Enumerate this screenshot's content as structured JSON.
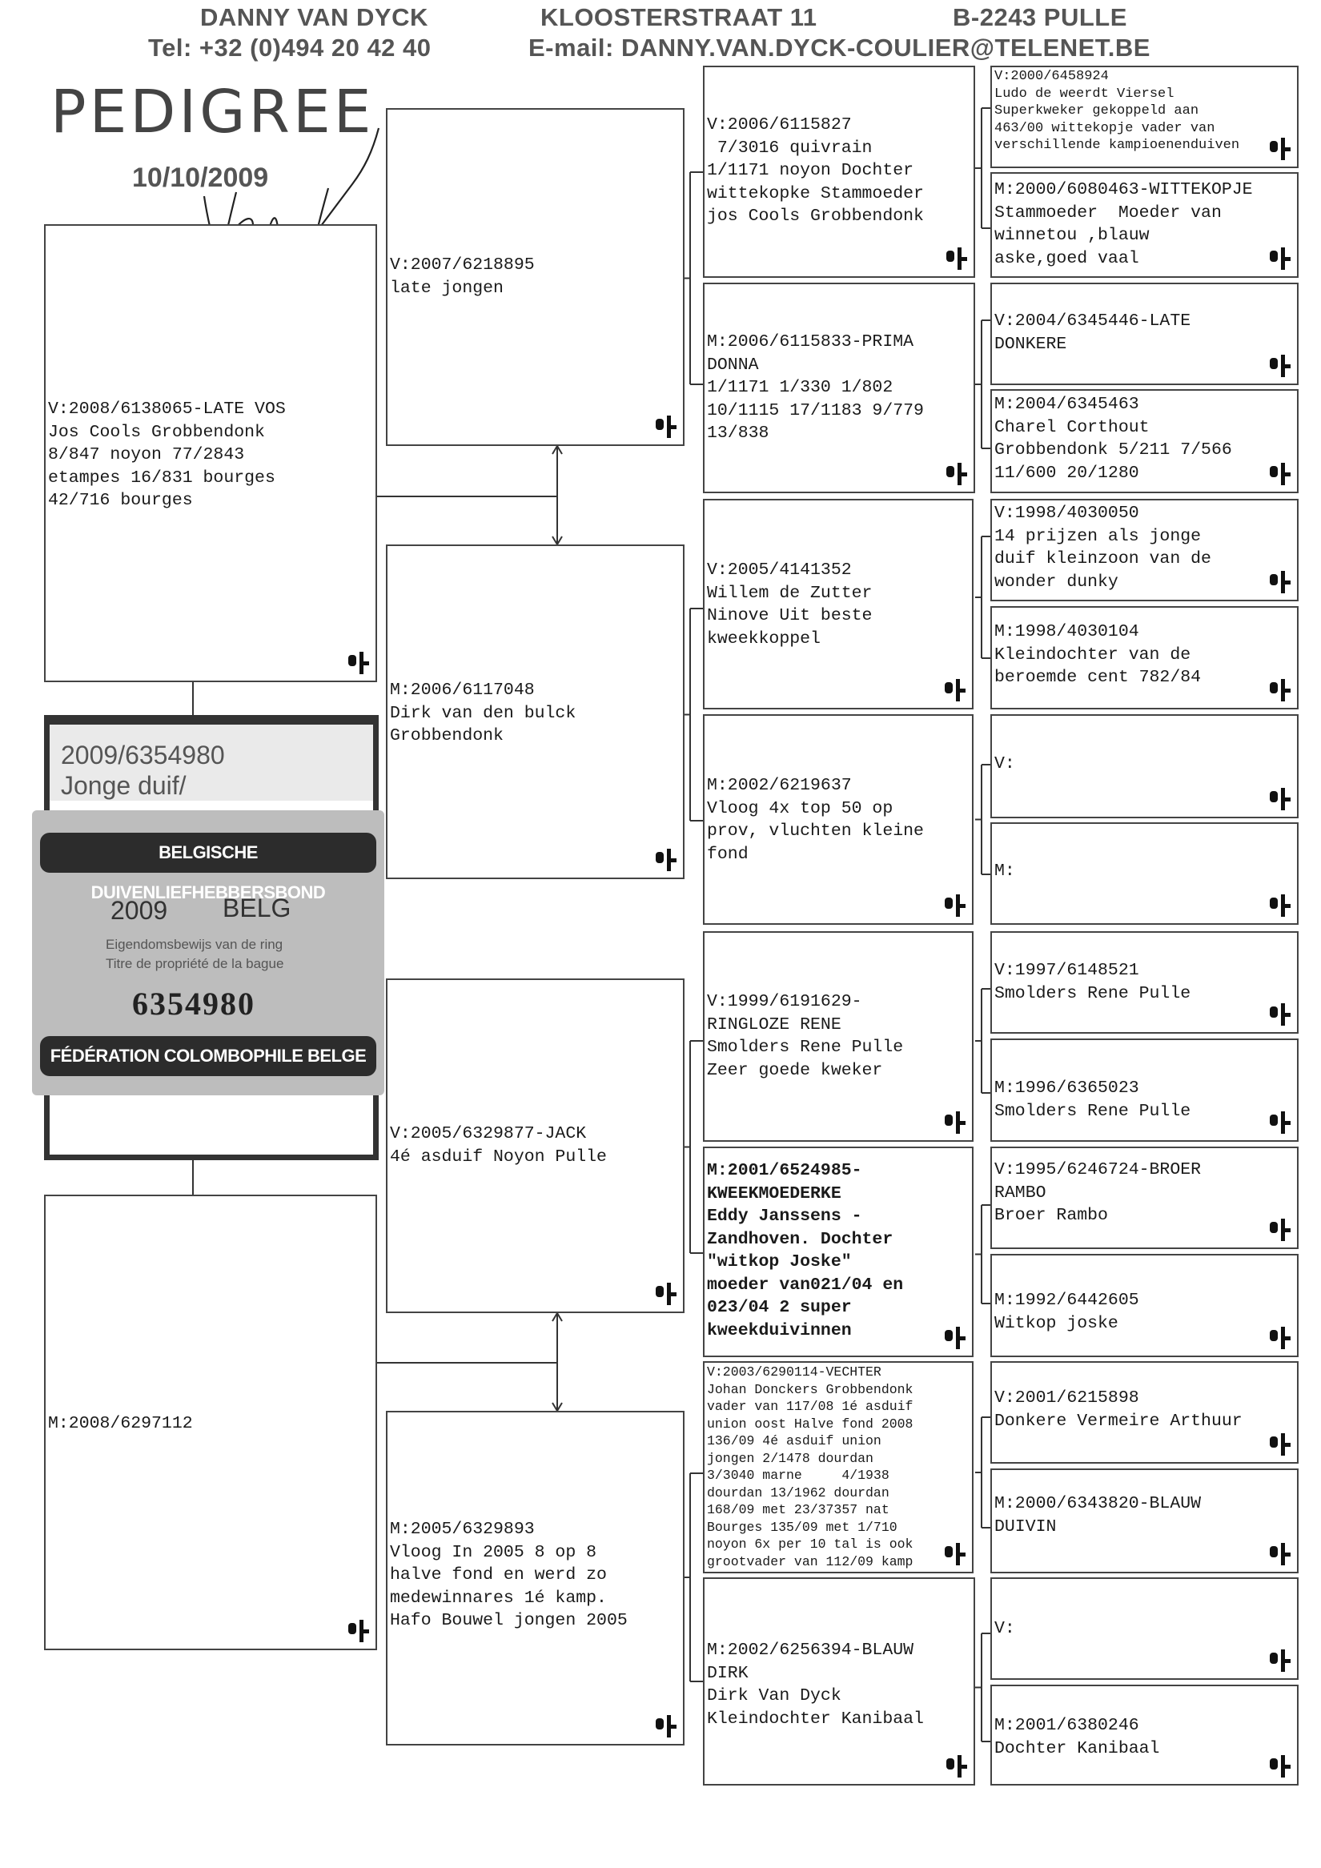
{
  "header": {
    "owner": "DANNY VAN DYCK",
    "street": "KLOOSTERSTRAAT 11",
    "city": "B-2243  PULLE",
    "phone": "Tel: +32 (0)494 20 42 40",
    "email": "E-mail: DANNY.VAN.DYCK-COULIER@TELENET.BE"
  },
  "title": "PEDIGREE",
  "date": "10/10/2009",
  "pigeon": {
    "ring": "2009/6354980",
    "category": "Jonge duif/"
  },
  "ring_card": {
    "banner_top": "BELGISCHE DUIVENLIEFHEBBERSBOND",
    "year": "2009",
    "country": "BELG",
    "line1": "Eigendomsbewijs van de ring",
    "line2": "Titre de propriété de la bague",
    "number": "6354980",
    "banner_bottom": "FÉDÉRATION COLOMBOPHILE BELGE"
  },
  "parents": {
    "sire": "V:2008/6138065-LATE VOS\nJos Cools Grobbendonk\n8/847 noyon 77/2843\netampes 16/831 bourges\n42/716 bourges",
    "dam": "M:2008/6297112"
  },
  "grandparents": {
    "g1": "V:2007/6218895\nlate jongen",
    "g2": "M:2006/6117048\nDirk van den bulck\nGrobbendonk",
    "g3": "V:2005/6329877-JACK\n4é asduif Noyon Pulle",
    "g4": "M:2005/6329893\nVloog In 2005 8 op 8\nhalve fond en werd zo\nmedewinnares 1é kamp.\nHafo Bouwel jongen 2005"
  },
  "great_grandparents": {
    "gg1": "V:2006/6115827\n 7/3016 quivrain\n1/1171 noyon Dochter\nwittekopke Stammoeder\njos Cools Grobbendonk",
    "gg2": "M:2006/6115833-PRIMA\nDONNA\n1/1171 1/330 1/802\n10/1115 17/1183 9/779\n13/838",
    "gg3": "V:2005/4141352\nWillem de Zutter\nNinove Uit beste\nkweekkoppel",
    "gg4": "M:2002/6219637\nVloog 4x top 50 op\nprov, vluchten kleine\nfond",
    "gg5": "V:1999/6191629-\nRINGLOZE RENE\nSmolders Rene Pulle\nZeer goede kweker",
    "gg6": "M:2001/6524985-\nKWEEKMOEDERKE\nEddy Janssens -\nZandhoven. Dochter\n\"witkop Joske\"\nmoeder van021/04 en\n023/04 2 super\nkweekduivinnen",
    "gg7": "V:2003/6290114-VECHTER\nJohan Donckers Grobbendonk\nvader van 117/08 1é asduif\nunion oost Halve fond 2008\n136/09 4é asduif union\njongen 2/1478 dourdan\n3/3040 marne     4/1938\ndourdan 13/1962 dourdan\n168/09 met 23/37357 nat\nBourges 135/09 met 1/710\nnoyon 6x per 10 tal is ook\ngrootvader van 112/09 kamp",
    "gg8": "M:2002/6256394-BLAUW\nDIRK\nDirk Van Dyck\nKleindochter Kanibaal"
  },
  "great_great_grandparents": {
    "ggg1": "V:2000/6458924\nLudo de weerdt Viersel\nSuperkweker gekoppeld aan\n463/00 wittekopje vader van\nverschillende kampioenenduiven",
    "ggg2": "M:2000/6080463-WITTEKOPJE\nStammoeder  Moeder van\nwinnetou ,blauw\naske,goed vaal",
    "ggg3": "V:2004/6345446-LATE\nDONKERE",
    "ggg4": "M:2004/6345463\nCharel Corthout\nGrobbendonk 5/211 7/566\n11/600 20/1280",
    "ggg5": "V:1998/4030050\n14 prijzen als jonge\nduif kleinzoon van de\nwonder dunky",
    "ggg6": "M:1998/4030104\nKleindochter van de\nberoemde cent 782/84",
    "ggg7": "V:",
    "ggg8": "M:",
    "ggg9": "V:1997/6148521\nSmolders Rene Pulle",
    "ggg10": "M:1996/6365023\nSmolders Rene Pulle",
    "ggg11": "V:1995/6246724-BROER\nRAMBO\nBroer Rambo",
    "ggg12": "M:1992/6442605\nWitkop joske",
    "ggg13": "V:2001/6215898\nDonkere Vermeire Arthuur",
    "ggg14": "M:2000/6343820-BLAUW\nDUIVIN",
    "ggg15": "V:",
    "ggg16": "M:2001/6380246\nDochter Kanibaal"
  }
}
